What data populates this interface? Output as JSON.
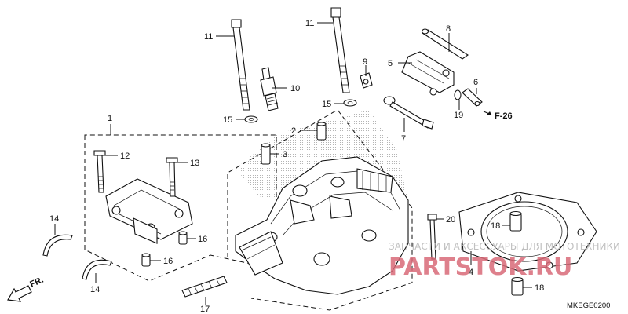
{
  "diagram": {
    "callouts": [
      {
        "id": "c11a",
        "text": "11"
      },
      {
        "id": "c11b",
        "text": "11"
      },
      {
        "id": "c10",
        "text": "10"
      },
      {
        "id": "c9",
        "text": "9"
      },
      {
        "id": "c8",
        "text": "8"
      },
      {
        "id": "c5",
        "text": "5"
      },
      {
        "id": "c6",
        "text": "6"
      },
      {
        "id": "c19",
        "text": "19"
      },
      {
        "id": "c15a",
        "text": "15"
      },
      {
        "id": "c15b",
        "text": "15"
      },
      {
        "id": "c1",
        "text": "1"
      },
      {
        "id": "c2",
        "text": "2"
      },
      {
        "id": "c3",
        "text": "3"
      },
      {
        "id": "c7",
        "text": "7"
      },
      {
        "id": "c12",
        "text": "12"
      },
      {
        "id": "c13",
        "text": "13"
      },
      {
        "id": "c14a",
        "text": "14"
      },
      {
        "id": "c14b",
        "text": "14"
      },
      {
        "id": "c16a",
        "text": "16"
      },
      {
        "id": "c16b",
        "text": "16"
      },
      {
        "id": "c17",
        "text": "17"
      },
      {
        "id": "c18a",
        "text": "18"
      },
      {
        "id": "c18b",
        "text": "18"
      },
      {
        "id": "c20",
        "text": "20"
      },
      {
        "id": "c4",
        "text": "4"
      }
    ],
    "section_ref": "F-26",
    "front_label": "FR.",
    "drawing_code": "MKEGE0200"
  },
  "watermark": {
    "line1": "ЗАПЧАСТИ И АКСЕССУАРЫ ДЛЯ МОТОТЕХНИКИ",
    "line2": "PARTSTOK.RU"
  }
}
